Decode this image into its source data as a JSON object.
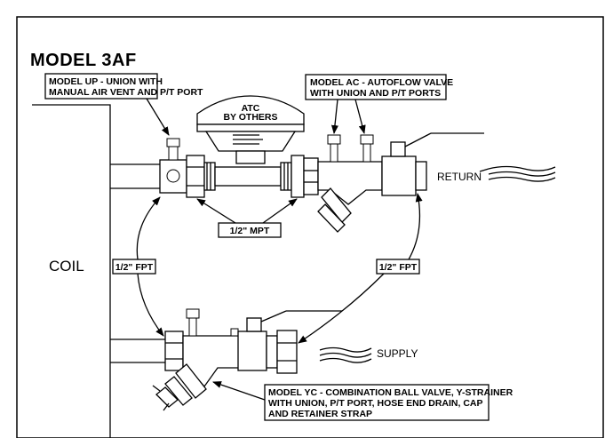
{
  "title": "MODEL 3AF",
  "labels": {
    "model_up_line1": "MODEL UP - UNION WITH",
    "model_up_line2": "MANUAL AIR VENT AND P/T PORT",
    "model_ac_line1": "MODEL AC - AUTOFLOW VALVE",
    "model_ac_line2": "WITH UNION AND P/T PORTS",
    "atc_line1": "ATC",
    "atc_line2": "BY OTHERS",
    "return": "RETURN",
    "supply": "SUPPLY",
    "coil": "COIL",
    "mpt": "1/2\" MPT",
    "fpt_left": "1/2\" FPT",
    "fpt_right": "1/2\" FPT",
    "model_yc_line1": "MODEL YC - COMBINATION BALL VALVE, Y-STRAINER",
    "model_yc_line2": "WITH UNION, P/T PORT, HOSE END DRAIN, CAP",
    "model_yc_line3": "AND RETAINER STRAP"
  }
}
